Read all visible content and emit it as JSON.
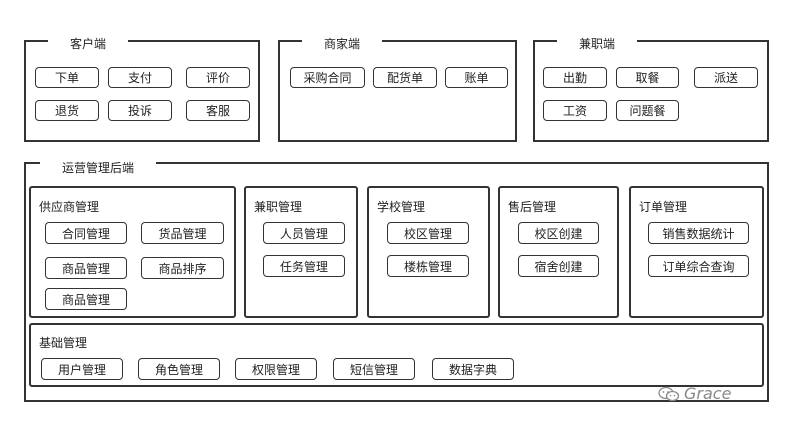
{
  "top_groups": [
    {
      "title": "客户端",
      "buttons": [
        "下单",
        "支付",
        "评价",
        "退货",
        "投诉",
        "客服"
      ]
    },
    {
      "title": "商家端",
      "buttons": [
        "采购合同",
        "配货单",
        "账单"
      ]
    },
    {
      "title": "兼职端",
      "buttons": [
        "出勤",
        "取餐",
        "派送",
        "工资",
        "问题餐"
      ]
    }
  ],
  "backend": {
    "title": "运营管理后端",
    "modules": [
      {
        "title": "供应商管理",
        "buttons": [
          "合同管理",
          "货品管理",
          "商品管理",
          "商品排序",
          "商品管理"
        ]
      },
      {
        "title": "兼职管理",
        "buttons": [
          "人员管理",
          "任务管理"
        ]
      },
      {
        "title": "学校管理",
        "buttons": [
          "校区管理",
          "楼栋管理"
        ]
      },
      {
        "title": "售后管理",
        "buttons": [
          "校区创建",
          "宿舍创建"
        ]
      },
      {
        "title": "订单管理",
        "buttons": [
          "销售数据统计",
          "订单综合查询"
        ]
      }
    ],
    "base": {
      "title": "基础管理",
      "buttons": [
        "用户管理",
        "角色管理",
        "权限管理",
        "短信管理",
        "数据字典"
      ]
    }
  },
  "watermark": {
    "text": "Grace",
    "icon": "wechat-icon"
  }
}
